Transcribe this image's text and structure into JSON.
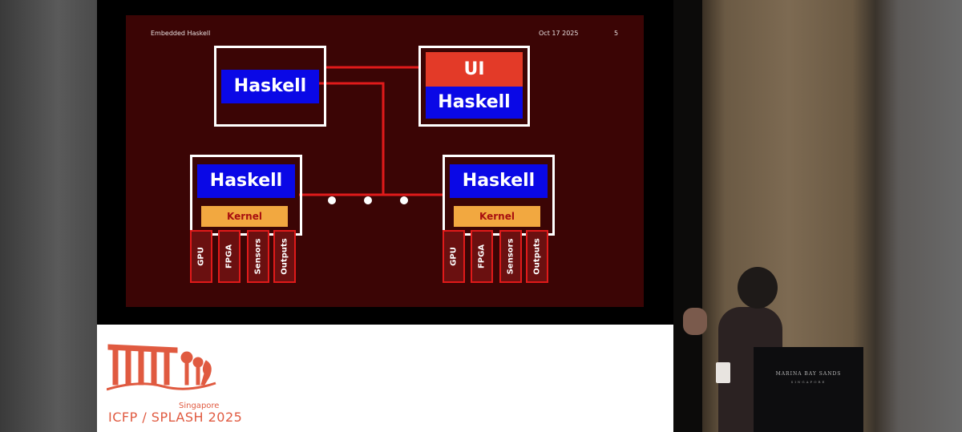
{
  "slide": {
    "header_title": "Embedded Haskell",
    "date": "Oct 17 2025",
    "page_number": "5",
    "node_top_left": {
      "label": "Haskell"
    },
    "node_top_right": {
      "ui_label": "UI",
      "label": "Haskell"
    },
    "node_bottom_left": {
      "label": "Haskell",
      "kernel": "Kernel",
      "devices": [
        "GPU",
        "FPGA",
        "Sensors",
        "Outputs"
      ]
    },
    "node_bottom_right": {
      "label": "Haskell",
      "kernel": "Kernel",
      "devices": [
        "GPU",
        "FPGA",
        "Sensors",
        "Outputs"
      ]
    },
    "colors": {
      "background": "#3b0505",
      "haskell_box": "#0a08e6",
      "ui_box": "#e33a28",
      "kernel_box": "#f2a840",
      "link": "#e01a1a",
      "frame": "#ffffff"
    }
  },
  "conference": {
    "location": "Singapore",
    "name": "ICFP / SPLASH 2025"
  },
  "venue": {
    "podium_text": "MARINA BAY SANDS",
    "podium_subtext": "SINGAPORE"
  }
}
